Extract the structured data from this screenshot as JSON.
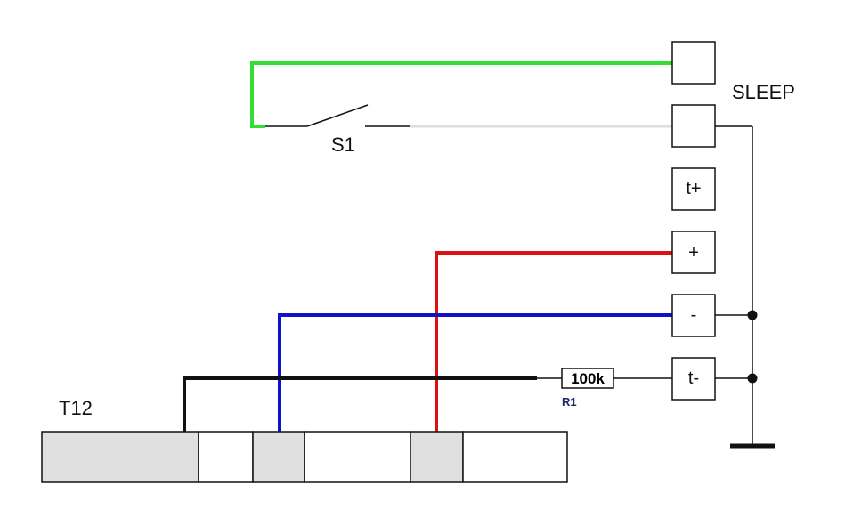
{
  "labels": {
    "sleep": "SLEEP",
    "switch": "S1",
    "connector": "T12",
    "resistor_value": "100k",
    "resistor_ref": "R1"
  },
  "terminals": {
    "sleep_top": "",
    "sleep_bottom": "",
    "t_plus": "t+",
    "plus": "+",
    "minus": "-",
    "t_minus": "t-"
  },
  "colors": {
    "green_wire": "#33dd33",
    "gray_wire": "#dddddd",
    "red_wire": "#dd1111",
    "blue_wire": "#1111cc",
    "black_wire": "#111111",
    "pad_fill": "#e0e0e0",
    "resistor_ref": "#1a2a6a"
  }
}
